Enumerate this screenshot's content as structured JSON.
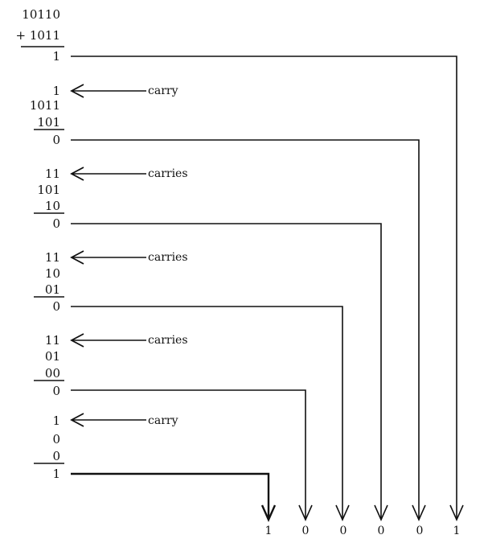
{
  "steps": [
    {
      "lines": [
        "10110",
        "+ 1011"
      ],
      "result": "1"
    },
    {
      "carry_label": "carry",
      "lines": [
        "1",
        "1011",
        "101"
      ],
      "result": "0"
    },
    {
      "carry_label": "carries",
      "lines": [
        "11",
        "101",
        "10"
      ],
      "result": "0"
    },
    {
      "carry_label": "carries",
      "lines": [
        "11",
        "10",
        "01"
      ],
      "result": "0"
    },
    {
      "carry_label": "carries",
      "lines": [
        "11",
        "01",
        "00"
      ],
      "result": "0"
    },
    {
      "carry_label": "carry",
      "lines": [
        "1",
        "0",
        "0"
      ],
      "result": "1"
    }
  ],
  "final_digits": [
    "1",
    "0",
    "0",
    "0",
    "0",
    "1"
  ]
}
